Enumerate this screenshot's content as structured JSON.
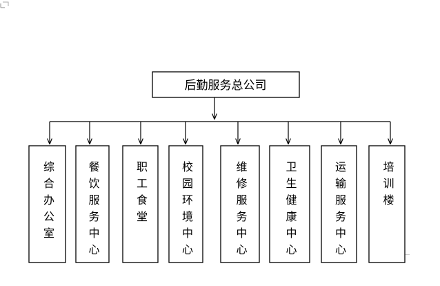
{
  "root": {
    "label": "后勤服务总公司"
  },
  "departments": [
    {
      "label": "综合办公室"
    },
    {
      "label": "餐饮服务中心"
    },
    {
      "label": "职工食堂"
    },
    {
      "label": "校园环境中心"
    },
    {
      "label": "维修服务中心"
    },
    {
      "label": "卫生健康中心"
    },
    {
      "label": "运输服务中心"
    },
    {
      "label": "培训楼"
    }
  ]
}
